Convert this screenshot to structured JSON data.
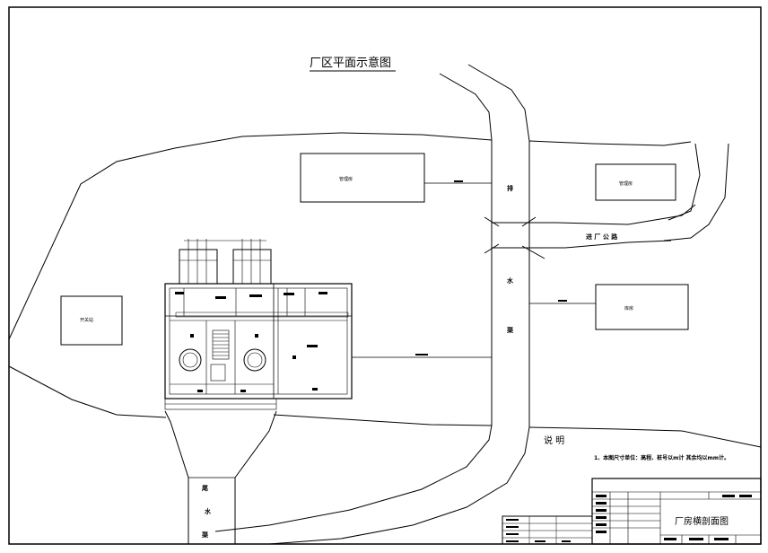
{
  "title": "厂区平面示意图",
  "buildings": {
    "mgmt_left": "管理房",
    "mgmt_right": "管理房",
    "switchyard": "开关站",
    "warehouse": "库房"
  },
  "road_label": "进 厂 公 路",
  "canal_label": [
    "排",
    "水",
    "渠"
  ],
  "tailrace_label": [
    "尾",
    "水",
    "渠"
  ],
  "notes": {
    "heading": "说 明",
    "line1": "1、本图尺寸单位：高程、桩号以m计 其余均以mm计。"
  },
  "title_block": {
    "drawing_name": "厂房横剖面图"
  }
}
